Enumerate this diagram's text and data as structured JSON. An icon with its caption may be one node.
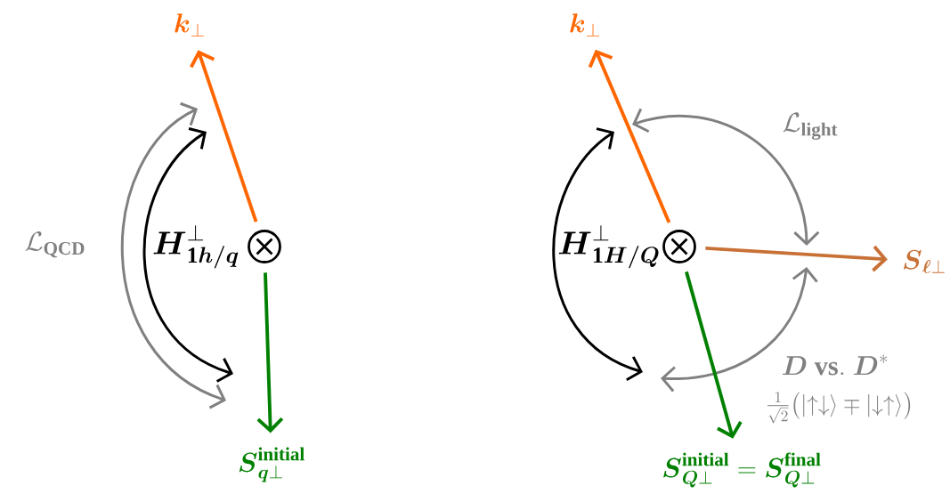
{
  "diagram": {
    "nodes": [
      {
        "text": [],
        "shape": "circle"
      },
      {
        "text": [
          "\\boldsymbol{k}_{\\perp}"
        ]
      },
      {
        "text": [
          "\\boldsymbol{S}^{\\mathbf{initial}}_{\\boldsymbol{q}\\perp}"
        ]
      },
      {
        "text": [],
        "shape": "circle"
      },
      {
        "text": [
          "\\boldsymbol{k}_{\\perp}"
        ]
      },
      {
        "text": [
          "\\boldsymbol{S}^{\\mathbf{initial}}_{\\boldsymbol{Q}\\perp} = \\boldsymbol{S}^{\\mathbf{final}}_{\\boldsymbol{Q}\\perp}"
        ]
      },
      {
        "text": [
          "\\boldsymbol{S}_{\\boldsymbol{\\ell}\\perp}"
        ]
      }
    ],
    "edges": [
      {
        "from": 0,
        "to": 1,
        "arrow": "to",
        "color": "#ff6600"
      },
      {
        "from": 0,
        "to": 2,
        "arrow": "to",
        "color": "#008000"
      },
      {
        "from": 3,
        "to": 4,
        "arrow": "to",
        "color": "#ff6600"
      },
      {
        "from": 3,
        "to": 5,
        "arrow": "to",
        "color": "#008000"
      },
      {
        "from": 3,
        "to": 6,
        "arrow": "to",
        "color": "#c87137"
      }
    ],
    "labels": [
      "\\mathcal{L}_{\\mathbf{QCD}}",
      "\\boldsymbol{H}^{\\perp}_{\\mathbf{1}\\boldsymbol{h/q}}",
      "\\boldsymbol{H}^{\\perp}_{\\mathbf{1}\\boldsymbol{H/Q}}",
      "\\mathcal{L}_{\\mathbf{light}}",
      "\\boldsymbol{D}\\ \\mathbf{vs.}\\ \\boldsymbol{D}^{*}",
      "\\tfrac{1}{\\sqrt{2}}\\big(|{\\uparrow\\downarrow}\\rangle \\mp |{\\downarrow\\uparrow}\\rangle\\big)"
    ]
  }
}
